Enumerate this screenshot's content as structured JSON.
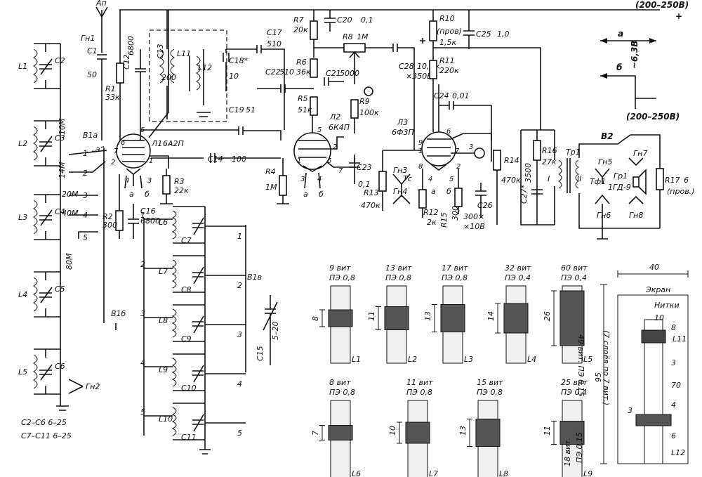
{
  "supply": {
    "top": "(200–250В)",
    "top_sign": "+",
    "mid": "(200–250В)",
    "ac": "~6,3В",
    "a": "а",
    "b": "б"
  },
  "antenna": {
    "ap": "Ап",
    "gn1": "Гн1",
    "gn2": "Гн2",
    "c1": "С1",
    "c1v": "50",
    "r1": "R1",
    "r1v": "33к"
  },
  "input_coils": [
    "L1",
    "L2",
    "L3",
    "L4",
    "L5"
  ],
  "input_caps": [
    "С2",
    "С3",
    "С4",
    "С5",
    "С6"
  ],
  "band_labels": {
    "m10": "10М",
    "m14": "14М",
    "m20": "20М",
    "m40": "40М",
    "m80": "80М"
  },
  "switch": {
    "b1a": "В1а",
    "b1b": "В1б",
    "b1v": "В1в",
    "a_mark": "„а“",
    "positions": [
      "1",
      "2",
      "3",
      "4",
      "5"
    ]
  },
  "caps_note": [
    "С2–С6  6–25",
    "С7–С11  6–25"
  ],
  "tube1": {
    "name": "Л1",
    "type": "6А2П",
    "pins": [
      "5",
      "6",
      "7",
      "2",
      "1",
      "4",
      "3"
    ]
  },
  "tube2": {
    "name": "Л2",
    "type": "6К4П",
    "pins": [
      "5",
      "1",
      "2",
      "6",
      "7",
      "3",
      "4"
    ]
  },
  "tube3": {
    "name": "Л3",
    "type": "6Ф3П",
    "pins": [
      "6",
      "9",
      "1",
      "7",
      "8",
      "2",
      "3",
      "4",
      "5"
    ]
  },
  "shield": {
    "l11": "L11",
    "l12": "L12",
    "c13": "С13",
    "c13v": "200",
    "c18": "С18*",
    "c18v": "10",
    "c12": "С12",
    "c12v": "6800"
  },
  "parts": {
    "c17": "С17",
    "c17v": "510",
    "c19": "С19",
    "c19v": "51",
    "c14": "С14",
    "c14v": "100",
    "r3": "R3",
    "r3v": "22к",
    "r2": "R2",
    "r2v": "300",
    "c16": "С16",
    "c16v": "6800",
    "r4": "R4",
    "r4v": "1М",
    "r7": "R7",
    "r7v": "20к",
    "c20": "С20",
    "c20v": "0,1",
    "r6": "R6",
    "r6v": "36к",
    "r8": "R8",
    "r8v": "1М",
    "c22": "С22",
    "c22v": "510",
    "c21": "С21",
    "c21v": "5000",
    "r5": "R5",
    "r5v": "51к",
    "r9": "R9",
    "r9v": "100к",
    "c23": "С23",
    "c23v": "0,1",
    "r13": "R13",
    "r13v": "470к",
    "gn3": "Гн3",
    "gn4": "Гн4",
    "ts": "Тс",
    "r12": "R12",
    "r12v": "2к",
    "r15": "R15",
    "r15v": "300",
    "c26": "С26",
    "c26v": "300×",
    "c26v2": "×10В",
    "c28": "С28",
    "c28v": "10,0×",
    "c28v2": "×350В",
    "r10": "R10",
    "r10v": "(пров)",
    "r10v2": "1,5к",
    "c25": "С25",
    "c25v": "1,0",
    "r11": "R11",
    "r11v": "220к",
    "c24": "С24",
    "c24v": "0,01",
    "r14": "R14",
    "r14v": "470к",
    "r16": "R16",
    "r16v": "27к",
    "c27": "С27*",
    "c27v": "3500",
    "tr1": "Тр1",
    "w1": "I",
    "w2": "II",
    "b2": "В2",
    "gn5": "Гн5",
    "tf1": "Тф1",
    "gn6": "Гн6",
    "gn7": "Гн7",
    "gn8": "Гн8",
    "gr1": "Гр1",
    "gr1v": "1ГД-9",
    "r17": "R17",
    "r17v": "6",
    "r17v2": "(пров.)",
    "c15": "С15",
    "c15v": "5–20",
    "c7": "С7",
    "c8": "С8",
    "c9": "С9",
    "c10": "С10",
    "c11": "С11",
    "l6": "L6",
    "l7": "L7",
    "l8": "L8",
    "l9": "L9",
    "l10": "L10",
    "tube_a": "а",
    "tube_b": "б"
  },
  "coils_row1": [
    {
      "turns": "9 вит",
      "wire": "ПЭ 0,8",
      "size": "8",
      "name": "L1"
    },
    {
      "turns": "13 вит",
      "wire": "ПЭ 0,8",
      "size": "11",
      "name": "L2"
    },
    {
      "turns": "17 вит",
      "wire": "ПЭ 0,8",
      "size": "13",
      "name": "L3"
    },
    {
      "turns": "32 вит",
      "wire": "ПЭ 0,4",
      "size": "14",
      "name": "L4"
    },
    {
      "turns": "60 вит",
      "wire": "ПЭ 0,4",
      "size": "26",
      "name": "L5"
    }
  ],
  "coils_row2": [
    {
      "turns": "8 вит",
      "wire": "ПЭ 0,8",
      "size": "7",
      "name": "L6"
    },
    {
      "turns": "11 вит",
      "wire": "ПЭ 0,8",
      "size": "10",
      "name": "L7"
    },
    {
      "turns": "15 вит",
      "wire": "ПЭ 0,8",
      "size": "13",
      "name": "L8"
    },
    {
      "turns": "25 вит",
      "wire": "ПЭ 0,4",
      "size": "11",
      "name": "L9"
    }
  ],
  "screen_coil": {
    "width": "40",
    "height": "95",
    "screen": "Экран",
    "threads": "Нитки",
    "d10": "10",
    "d8": "8",
    "d3a": "3",
    "d70": "70",
    "d4": "4",
    "d3b": "3",
    "d6": "6",
    "l11": "L11",
    "l12": "L12",
    "note1": "49 вит. ПЭ 0,15",
    "note2": "(7 слоёв по 7 вит.)",
    "note3": "18 вит.",
    "note4": "ПЭ 0,15"
  }
}
